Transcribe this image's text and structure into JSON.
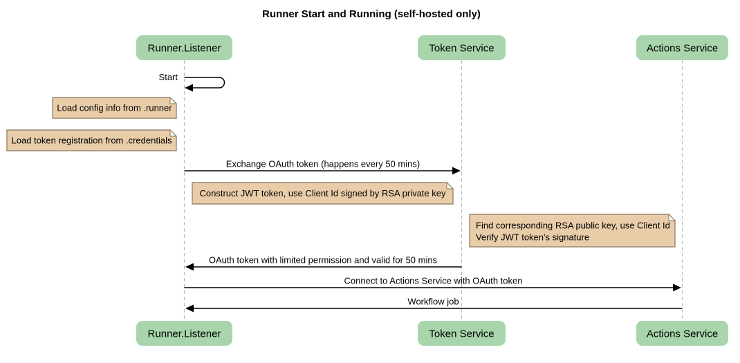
{
  "diagram": {
    "title": "Runner Start and Running (self-hosted only)",
    "participants": [
      {
        "id": "runner-listener",
        "label": "Runner.Listener"
      },
      {
        "id": "token-service",
        "label": "Token Service"
      },
      {
        "id": "actions-service",
        "label": "Actions Service"
      }
    ],
    "messages": [
      {
        "label": "Start",
        "from": "Runner.Listener",
        "to": "Runner.Listener",
        "kind": "self"
      },
      {
        "label": "Exchange OAuth token (happens every 50 mins)",
        "from": "Runner.Listener",
        "to": "Token Service",
        "kind": "solid-arrow"
      },
      {
        "label": "OAuth token with limited permission and valid for 50 mins",
        "from": "Token Service",
        "to": "Runner.Listener",
        "kind": "solid-arrow"
      },
      {
        "label": "Connect to Actions Service with OAuth token",
        "from": "Runner.Listener",
        "to": "Actions Service",
        "kind": "solid-arrow"
      },
      {
        "label": "Workflow job",
        "from": "Actions Service",
        "to": "Runner.Listener",
        "kind": "solid-arrow"
      }
    ],
    "notes": [
      {
        "position": "left of Runner.Listener",
        "lines": [
          "Load config info from .runner"
        ]
      },
      {
        "position": "left of Runner.Listener",
        "lines": [
          "Load token registration from .credentials"
        ]
      },
      {
        "position": "over Runner.Listener and Token Service",
        "lines": [
          "Construct JWT token, use Client Id signed by RSA private key"
        ]
      },
      {
        "position": "left of Actions Service",
        "lines": [
          "Find corresponding RSA public key, use Client Id",
          "Verify JWT token's signature"
        ]
      }
    ],
    "colors": {
      "participant_fill": "#a8d5ab",
      "note_fill": "#e9cda9",
      "note_border": "#97876f",
      "lifeline": "#bababa",
      "message": "#000000",
      "background": "#ffffff"
    }
  }
}
